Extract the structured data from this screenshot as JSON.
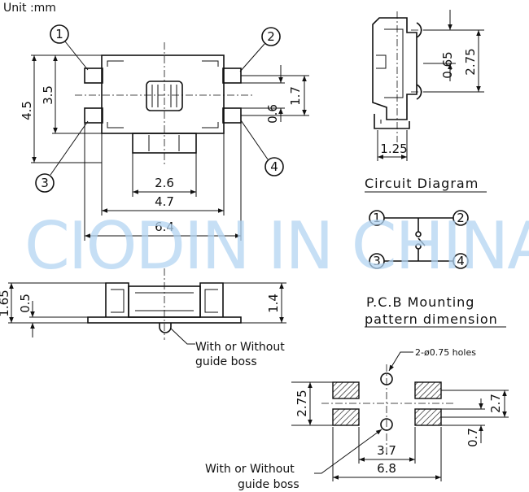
{
  "unit_label": "Unit :mm",
  "watermark": "CIODIN IN CHINA",
  "pins": [
    "1",
    "2",
    "3",
    "4"
  ],
  "top_view": {
    "height_overall": "4.5",
    "height_body": "3.5",
    "pin_pitch": "1.7",
    "pin_width": "0.6",
    "width_inner": "2.6",
    "width_mid": "4.7",
    "width_overall": "6.4"
  },
  "side_view": {
    "height_total": "0.65",
    "height_overall": "2.75",
    "foot_width": "1.25"
  },
  "front_view": {
    "height_total": "1.65",
    "height_body": "0.5",
    "height_right": "1.4",
    "guide_boss_note_line1": "With or Without",
    "guide_boss_note_line2": "guide boss"
  },
  "circuit": {
    "title": "Circuit Diagram"
  },
  "pcb": {
    "title_line1": "P.C.B Mounting",
    "title_line2": "pattern dimension",
    "holes_note": "2-ø0.75 holes",
    "height_left": "2.75",
    "height_right": "2.7",
    "gap": "0.7",
    "width_inner": "3.7",
    "width_outer": "6.8",
    "guide_boss_note_line1": "With or Without",
    "guide_boss_note_line2": "guide boss"
  }
}
